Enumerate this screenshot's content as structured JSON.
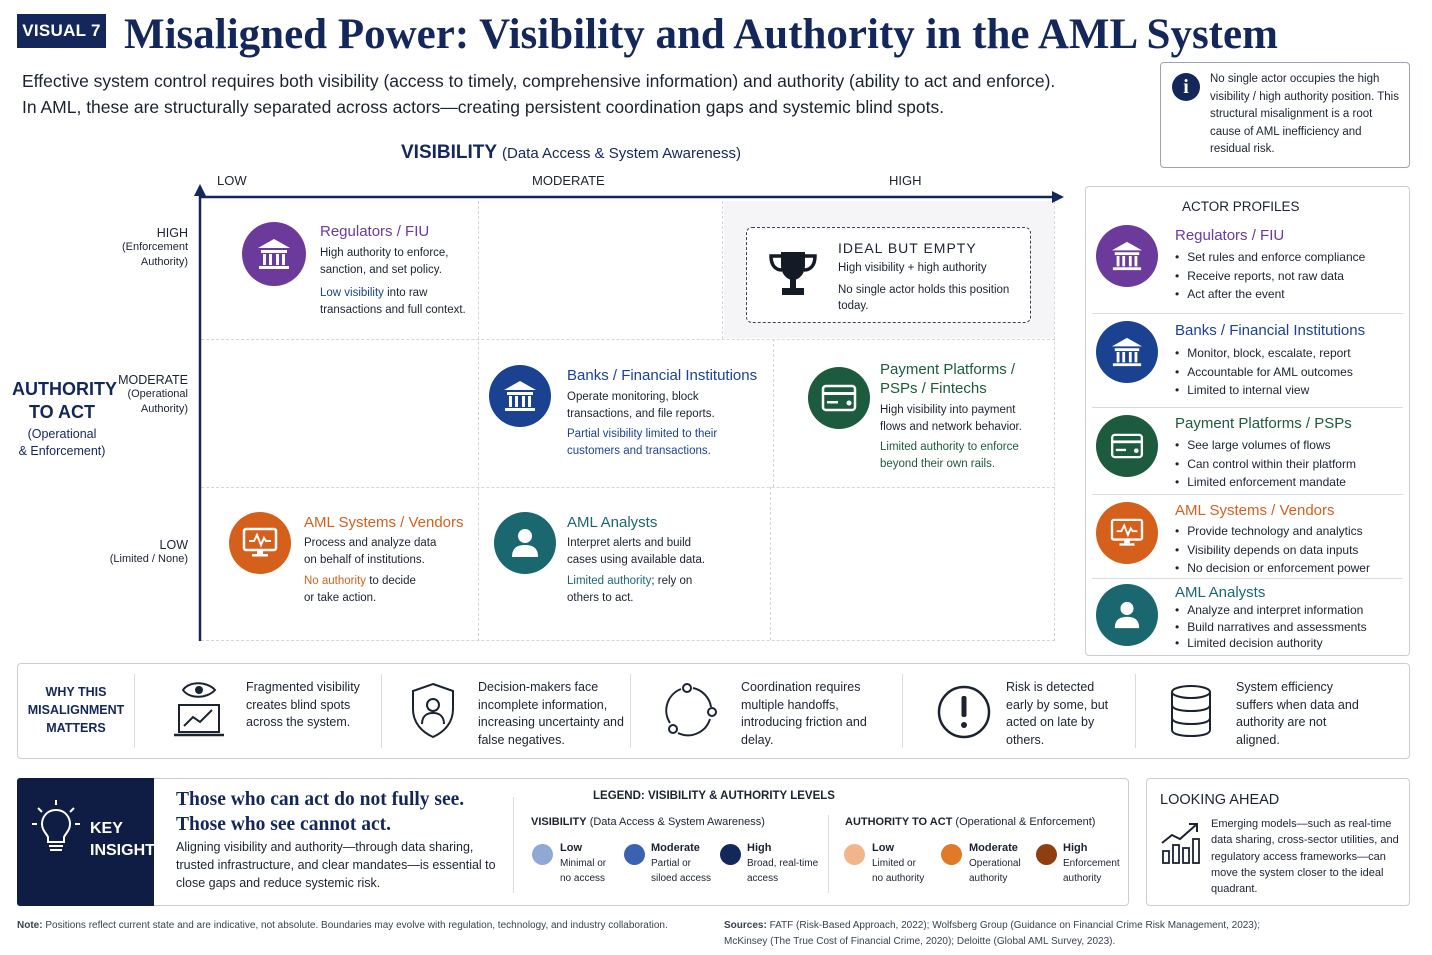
{
  "header": {
    "badge": "VISUAL 7",
    "title": "Misaligned Power: Visibility and Authority in the AML System",
    "intro_line1": "Effective system control requires both visibility (access to timely, comprehensive information) and authority (ability to act and enforce).",
    "intro_line2": "In AML, these are structurally separated across actors—creating persistent coordination gaps and systemic blind spots."
  },
  "callout": {
    "icon": "info-icon",
    "text": "No single actor occupies the high visibility / high authority position. This structural misalignment is a root cause of AML inefficiency and residual risk."
  },
  "matrix": {
    "x_axis": {
      "title": "VISIBILITY",
      "subtitle": "(Data Access & System Awareness)",
      "levels": [
        "LOW",
        "MODERATE",
        "HIGH"
      ]
    },
    "y_axis": {
      "title_line1": "AUTHORITY",
      "title_line2": "TO ACT",
      "subtitle_line1": "(Operational",
      "subtitle_line2": "& Enforcement)",
      "levels": [
        {
          "name": "HIGH",
          "sub1": "(Enforcement",
          "sub2": "Authority)"
        },
        {
          "name": "MODERATE",
          "sub1": "(Operational",
          "sub2": "Authority)"
        },
        {
          "name": "LOW",
          "sub1": "(Limited / None)",
          "sub2": ""
        }
      ]
    },
    "regulators": {
      "title": "Regulators / FIU",
      "body1": "High authority to enforce,",
      "body2": "sanction, and set policy.",
      "hl": "Low visibility",
      "rest1": " into raw",
      "rest2": "transactions and full context."
    },
    "ideal": {
      "title": "IDEAL BUT EMPTY",
      "line1": "High visibility + high authority",
      "line2": "No single actor holds this position",
      "line3": "today."
    },
    "banks": {
      "title": "Banks / Financial Institutions",
      "body1": "Operate monitoring, block",
      "body2": "transactions, and file reports.",
      "hl1": "Partial visibility limited to their",
      "hl2": "customers and transactions."
    },
    "payments": {
      "title1": "Payment Platforms /",
      "title2": "PSPs / Fintechs",
      "body1": "High visibility into payment",
      "body2": "flows and network behavior.",
      "hl1": "Limited authority to enforce",
      "hl2": "beyond their own rails."
    },
    "aml_systems": {
      "title": "AML Systems / Vendors",
      "body1": "Process and analyze data",
      "body2": "on behalf of institutions.",
      "hl": "No authority",
      "rest1": " to decide",
      "rest2": "or take action."
    },
    "analysts": {
      "title": "AML Analysts",
      "body1": "Interpret alerts and build",
      "body2": "cases using available data.",
      "hl": "Limited authority",
      "rest1": "; rely on",
      "rest2": "others to act."
    }
  },
  "profiles": {
    "title": "ACTOR PROFILES",
    "items": [
      {
        "name": "Regulators / FIU",
        "bullets": [
          "Set rules and enforce compliance",
          "Receive reports, not raw data",
          "Act after the event"
        ]
      },
      {
        "name": "Banks / Financial Institutions",
        "bullets": [
          "Monitor, block, escalate, report",
          "Accountable for AML outcomes",
          "Limited to internal view"
        ]
      },
      {
        "name": "Payment Platforms / PSPs",
        "bullets": [
          "See large volumes of flows",
          "Can control within their platform",
          "Limited enforcement mandate"
        ]
      },
      {
        "name": "AML Systems / Vendors",
        "bullets": [
          "Provide technology and analytics",
          "Visibility depends on data inputs",
          "No decision or enforcement power"
        ]
      },
      {
        "name": "AML Analysts",
        "bullets": [
          "Analyze and interpret information",
          "Build narratives and assessments",
          "Limited decision authority"
        ]
      }
    ]
  },
  "why": {
    "label": "WHY THIS MISALIGNMENT MATTERS",
    "items": [
      {
        "icon": "eye-chart-icon",
        "text": "Fragmented visibility creates blind spots across the system."
      },
      {
        "icon": "shield-user-icon",
        "text": "Decision-makers face incomplete information, increasing uncertainty and false negatives."
      },
      {
        "icon": "cycle-icon",
        "text": "Coordination requires multiple handoffs, introducing friction and delay."
      },
      {
        "icon": "alert-icon",
        "text": "Risk is detected early by some, but acted on late by others."
      },
      {
        "icon": "database-icon",
        "text": "System efficiency suffers when data and authority are not aligned."
      }
    ]
  },
  "insight": {
    "label1": "KEY",
    "label2": "INSIGHT",
    "quote1": "Those who can act do not fully see.",
    "quote2": "Those who see cannot act.",
    "body": "Aligning visibility and authority—through data sharing, trusted infrastructure, and clear mandates—is essential to close gaps and reduce systemic risk."
  },
  "legend": {
    "title": "LEGEND: VISIBILITY & AUTHORITY LEVELS",
    "vis_head": "VISIBILITY",
    "vis_sub": "(Data Access & System Awareness)",
    "auth_head": "AUTHORITY TO ACT",
    "auth_sub": "(Operational & Enforcement)",
    "vis": [
      {
        "name": "Low",
        "d1": "Minimal or",
        "d2": "no access",
        "color": "#8fa9d4"
      },
      {
        "name": "Moderate",
        "d1": "Partial or",
        "d2": "siloed access",
        "color": "#3a62b0"
      },
      {
        "name": "High",
        "d1": "Broad, real-time",
        "d2": "access",
        "color": "#13275a"
      }
    ],
    "auth": [
      {
        "name": "Low",
        "d1": "Limited or",
        "d2": "no authority",
        "color": "#f2b48a"
      },
      {
        "name": "Moderate",
        "d1": "Operational",
        "d2": "authority",
        "color": "#e07a28"
      },
      {
        "name": "High",
        "d1": "Enforcement",
        "d2": "authority",
        "color": "#8f3e10"
      }
    ]
  },
  "ahead": {
    "title": "LOOKING AHEAD",
    "body": "Emerging models—such as real-time data sharing, cross-sector utilities, and regulatory access frameworks—can move the system closer to the ideal quadrant."
  },
  "footer": {
    "note_label": "Note:",
    "note": " Positions reflect current state and are indicative, not absolute. Boundaries may evolve with regulation, technology, and industry collaboration.",
    "sources_label": "Sources:",
    "sources1": " FATF (Risk-Based Approach, 2022); Wolfsberg Group (Guidance on Financial Crime Risk Management, 2023);",
    "sources2": "McKinsey (The True Cost of Financial Crime, 2020); Deloitte (Global AML Survey, 2023)."
  },
  "colors": {
    "navy": "#13275a",
    "purple": "#6b3a9b",
    "blue": "#1a4290",
    "green": "#1c5b3d",
    "orange": "#d5601c",
    "teal": "#1b6770"
  }
}
